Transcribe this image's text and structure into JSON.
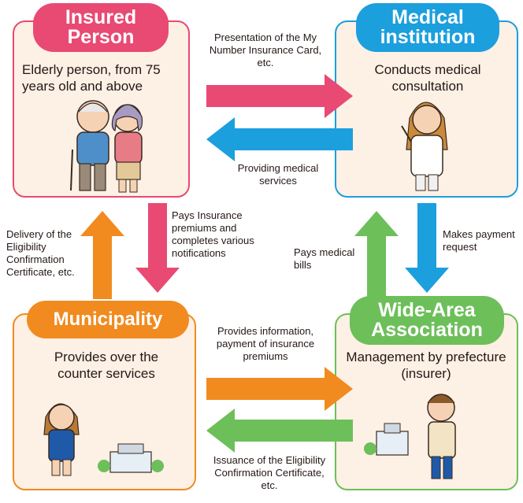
{
  "nodes": {
    "insured": {
      "title_line1": "Insured",
      "title_line2": "Person",
      "description": "Elderly person, from 75 years old and above"
    },
    "medical": {
      "title_line1": "Medical",
      "title_line2": "institution",
      "description": "Conducts medical consultation"
    },
    "municipality": {
      "title": "Municipality",
      "description": "Provides over the counter services"
    },
    "wide_area": {
      "title_line1": "Wide-Area",
      "title_line2": "Association",
      "description": "Management by prefecture (insurer)"
    }
  },
  "arrows": {
    "presentation": "Presentation of the My Number Insurance Card, etc.",
    "providing": "Providing medical services",
    "pays_premiums": "Pays Insurance premiums and completes various notifications",
    "delivery": "Delivery of the Eligibility Confirmation Certificate, etc.",
    "pays_bills": "Pays medical bills",
    "makes_payment": "Makes payment request",
    "provides_info": "Provides information, payment of insurance premiums",
    "issuance": "Issuance of the Eligibility Confirmation Certificate, etc."
  },
  "colors": {
    "pink": "#e84a73",
    "blue": "#1b9fdd",
    "orange": "#f18b1f",
    "green": "#6dbf5a",
    "box_fill": "#fdf0e5"
  }
}
